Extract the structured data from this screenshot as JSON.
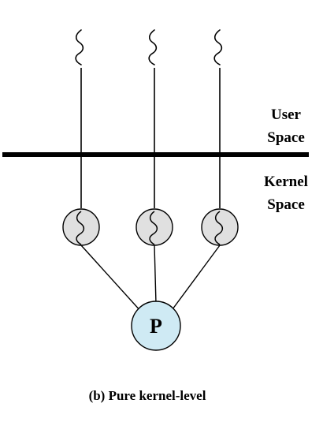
{
  "labels": {
    "user_space_line1": "User",
    "user_space_line2": "Space",
    "kernel_space_line1": "Kernel",
    "kernel_space_line2": "Space",
    "process": "P",
    "caption": "(b) Pure kernel-level"
  },
  "colors": {
    "line": "#000000",
    "kernel_thread_fill": "#e0e0e0",
    "process_fill": "#cfeaf4"
  },
  "icons": {
    "user_thread": "squiggle-icon",
    "kernel_thread": "thread-circle-icon",
    "process": "process-circle-icon"
  }
}
